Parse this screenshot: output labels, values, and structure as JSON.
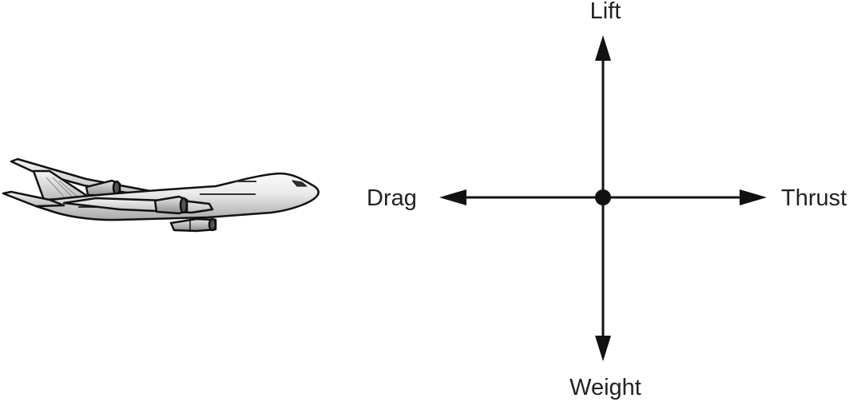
{
  "forces": {
    "lift": "Lift",
    "drag": "Drag",
    "thrust": "Thrust",
    "weight": "Weight"
  },
  "airplane": {
    "icon": "airplane-icon"
  },
  "colors": {
    "line": "#111111",
    "text": "#222222",
    "fuselage_light": "#f2f2f2",
    "fuselage_dark": "#b8b8b8"
  }
}
